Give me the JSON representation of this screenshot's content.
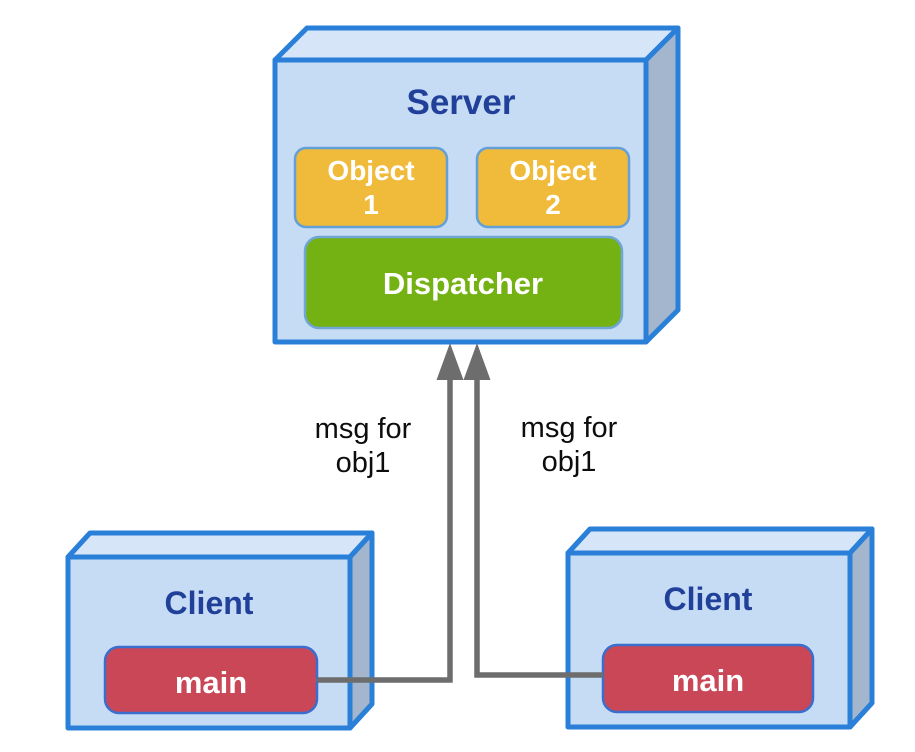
{
  "diagram": {
    "server": {
      "title": "Server",
      "objects": [
        {
          "line1": "Object",
          "line2": "1"
        },
        {
          "line1": "Object",
          "line2": "2"
        }
      ],
      "dispatcher_label": "Dispatcher"
    },
    "clients": [
      {
        "title": "Client",
        "main_label": "main"
      },
      {
        "title": "Client",
        "main_label": "main"
      }
    ],
    "messages": [
      {
        "line1": "msg for",
        "line2": "obj1"
      },
      {
        "line1": "msg for",
        "line2": "obj1"
      }
    ],
    "colors": {
      "box_fill": "#c6dbf4",
      "box_top_fill": "#d6e5f8",
      "box_side_fill": "#a3b6cd",
      "box_border": "#2a80d8",
      "object_fill": "#f0bb3b",
      "object_border": "#64a0d8",
      "dispatcher_fill": "#74b112",
      "dispatcher_border": "#6fa6d6",
      "main_fill": "#ca4758",
      "main_border": "#3a6ecd",
      "title_color": "#21409a",
      "box_label_color": "#ffffff",
      "arrow_color": "#6d6d6d",
      "message_color": "#0d0d0d"
    }
  }
}
